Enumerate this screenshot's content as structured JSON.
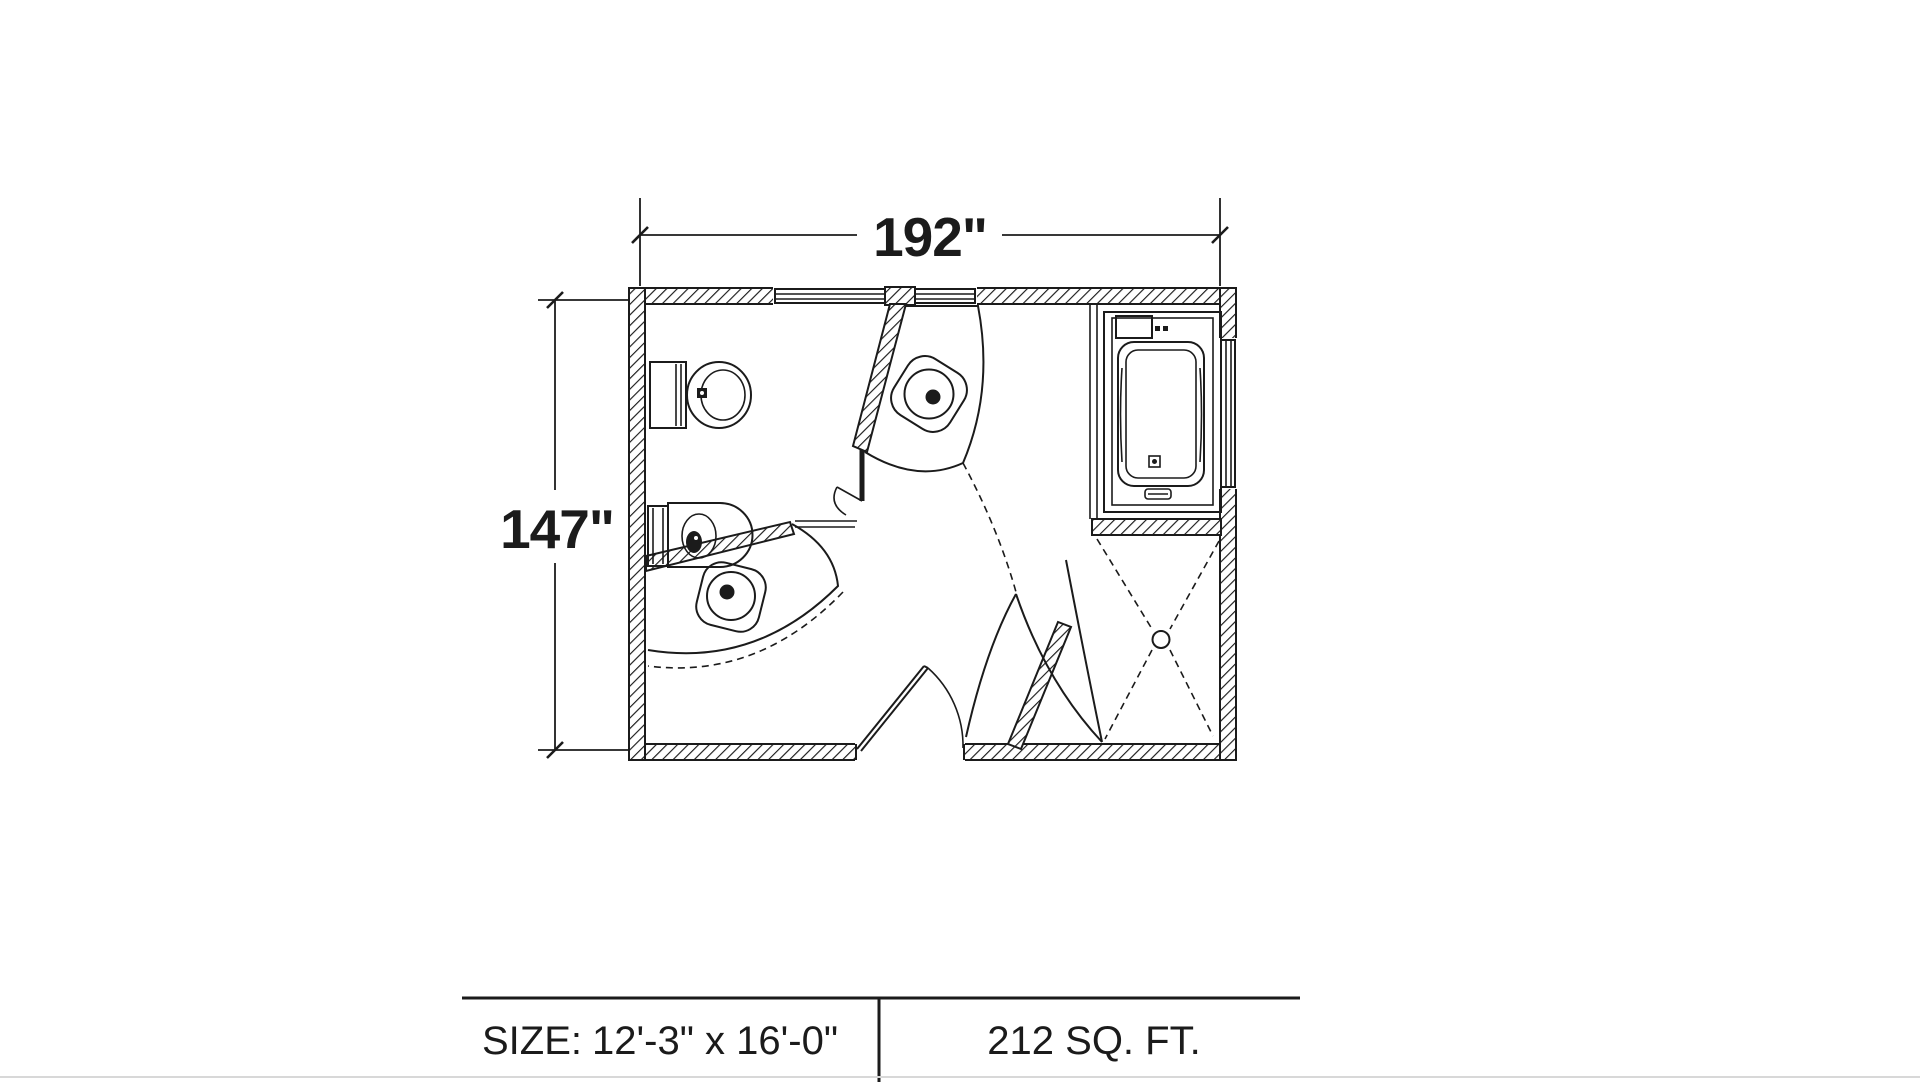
{
  "dimensions": {
    "width_label": "192\"",
    "height_label": "147\""
  },
  "summary_table": {
    "size_label": "SIZE:",
    "size_value": "12'-3\" x 16'-0\"",
    "area_value": "212 SQ. FT."
  },
  "plan": {
    "fixtures": [
      "toilet",
      "bidet",
      "vanity-sink-upper",
      "vanity-sink-lower",
      "bathtub",
      "shower-with-drain",
      "entry-door",
      "shower-door"
    ],
    "openings": [
      "window-top-wall",
      "window-right-wall",
      "door-opening-bottom-wall"
    ]
  },
  "colors": {
    "line": "#1b1b1b",
    "background": "#ffffff",
    "faint_rule": "#d8d8d8"
  }
}
